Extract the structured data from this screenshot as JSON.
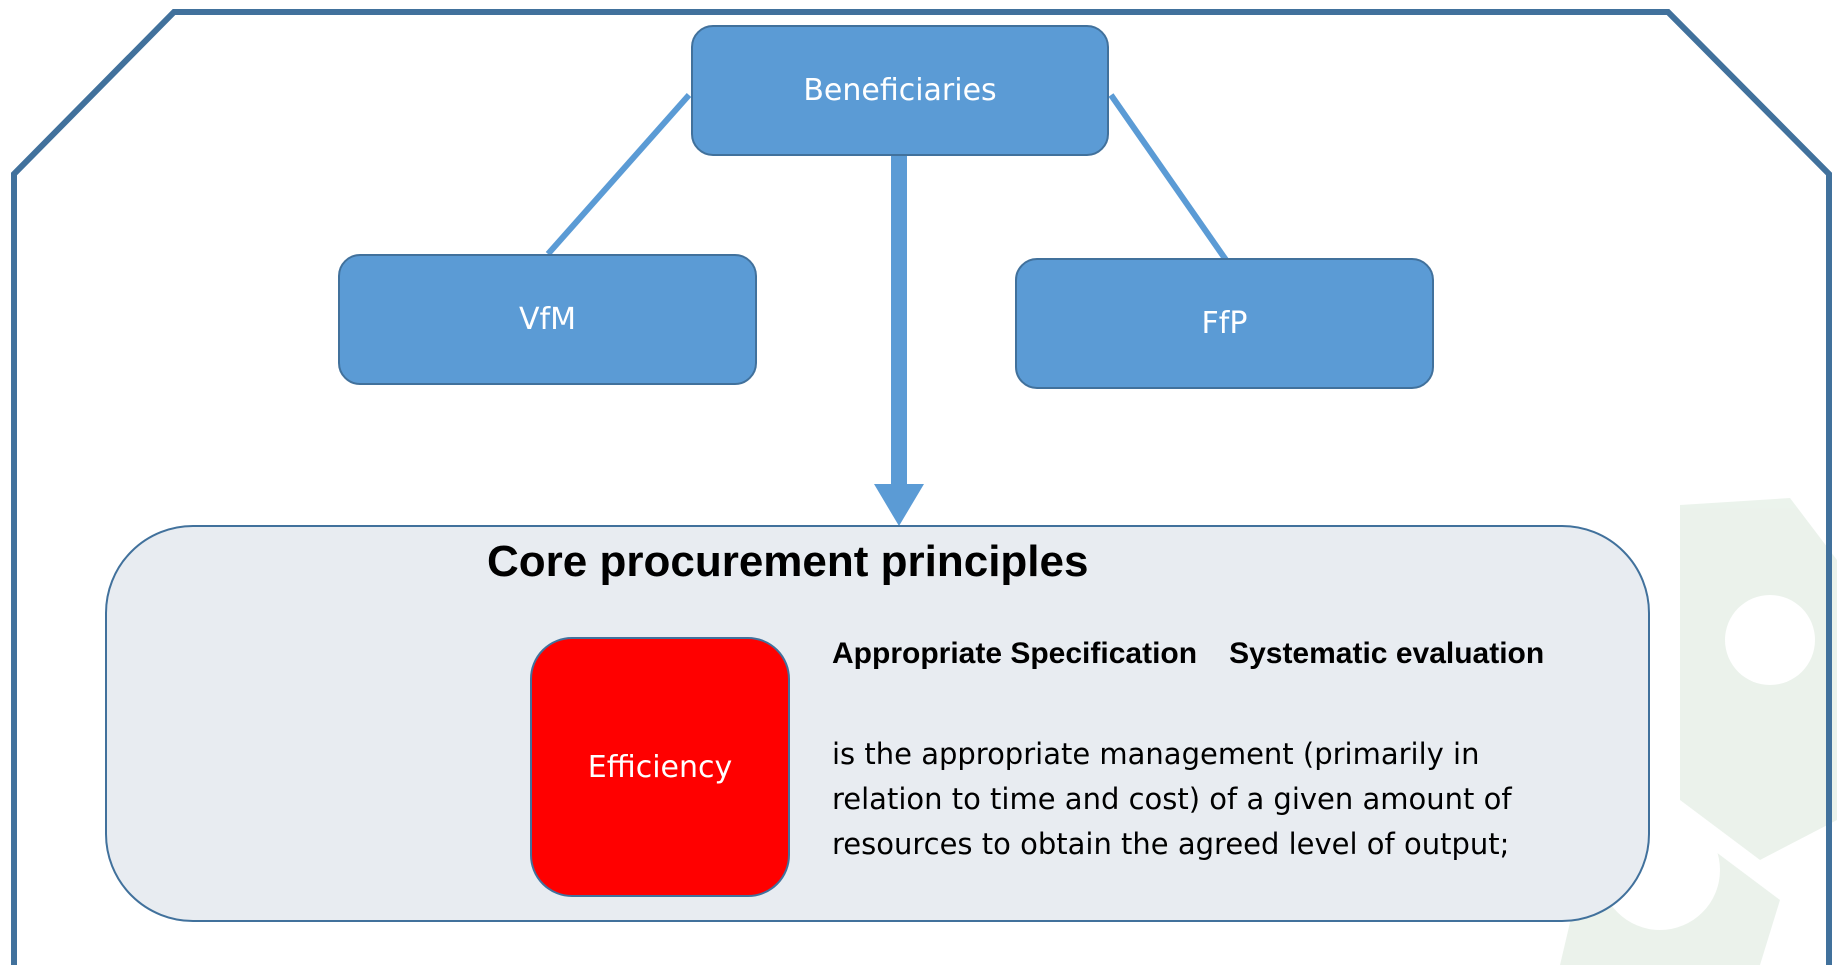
{
  "nodes": {
    "beneficiaries": "Beneficiaries",
    "vfm": "VfM",
    "ffp": "FfP"
  },
  "principles": {
    "title": "Core procurement principles",
    "box_label": "Efficiency",
    "headings": [
      "Appropriate Specification",
      "Systematic evaluation"
    ],
    "description": "is the appropriate management (primarily in relation to time and cost) of a given amount of resources to obtain the agreed level of output;"
  },
  "colors": {
    "frame": "#41719c",
    "node_fill": "#5b9bd5",
    "panel_fill": "#e8ecf1",
    "highlight": "#ff0000",
    "watermark": "#e6f0e6"
  }
}
